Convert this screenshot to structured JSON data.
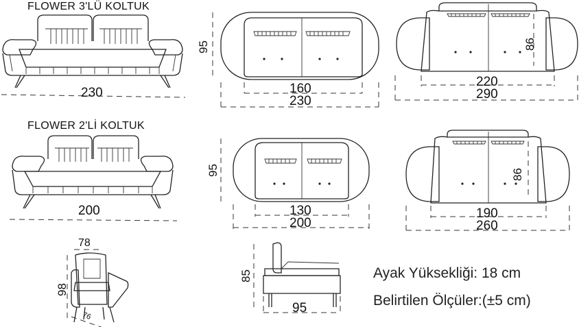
{
  "sofa3": {
    "title": "FLOWER 3'LÜ KOLTUK",
    "width": "230",
    "top_height": "95",
    "top_inner": "160",
    "top_outer": "230",
    "side_height": "86",
    "side_inner": "220",
    "side_outer": "290"
  },
  "sofa2": {
    "title": "FLOWER 2'Lİ KOLTUK",
    "width": "200",
    "top_height": "95",
    "top_inner": "130",
    "top_outer": "200",
    "side_height": "86",
    "side_inner": "190",
    "side_outer": "260"
  },
  "armchair": {
    "width": "78",
    "height": "98",
    "depth": "76"
  },
  "profile": {
    "height": "85",
    "depth": "95"
  },
  "notes": {
    "leg_height": "Ayak Yüksekliği: 18 cm",
    "tolerance": "Belirtilen Ölçüler:(±5 cm)"
  }
}
